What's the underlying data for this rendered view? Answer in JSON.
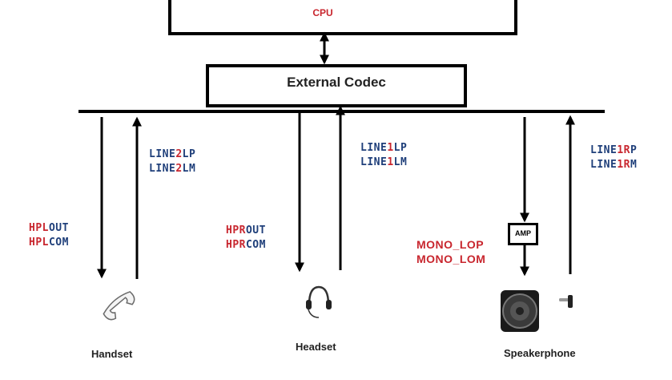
{
  "blocks": {
    "cpu": "CPU",
    "codec": "External Codec",
    "amp": "AMP"
  },
  "signals": {
    "handset_in": [
      [
        {
          "t": "LINE",
          "c": "blue"
        },
        {
          "t": "2",
          "c": "red"
        },
        {
          "t": "LP",
          "c": "blue"
        }
      ],
      [
        {
          "t": "LINE",
          "c": "blue"
        },
        {
          "t": "2",
          "c": "red"
        },
        {
          "t": "LM",
          "c": "blue"
        }
      ]
    ],
    "handset_out": [
      [
        {
          "t": "HP",
          "c": "red"
        },
        {
          "t": "L",
          "c": "red"
        },
        {
          "t": "OUT",
          "c": "blue"
        }
      ],
      [
        {
          "t": "HP",
          "c": "red"
        },
        {
          "t": "L",
          "c": "red"
        },
        {
          "t": "COM",
          "c": "blue"
        }
      ]
    ],
    "headset_in": [
      [
        {
          "t": "LINE",
          "c": "blue"
        },
        {
          "t": "1",
          "c": "red"
        },
        {
          "t": "LP",
          "c": "blue"
        }
      ],
      [
        {
          "t": "LINE",
          "c": "blue"
        },
        {
          "t": "1",
          "c": "red"
        },
        {
          "t": "LM",
          "c": "blue"
        }
      ]
    ],
    "headset_out": [
      [
        {
          "t": "HP",
          "c": "red"
        },
        {
          "t": "R",
          "c": "red"
        },
        {
          "t": "OUT",
          "c": "blue"
        }
      ],
      [
        {
          "t": "HP",
          "c": "red"
        },
        {
          "t": "R",
          "c": "red"
        },
        {
          "t": "COM",
          "c": "blue"
        }
      ]
    ],
    "speaker_out": [
      [
        {
          "t": "MONO_LOP",
          "c": "red"
        }
      ],
      [
        {
          "t": "MONO_LOM",
          "c": "red"
        }
      ]
    ],
    "speaker_in": [
      [
        {
          "t": "LINE",
          "c": "blue"
        },
        {
          "t": "1",
          "c": "red"
        },
        {
          "t": "R",
          "c": "red"
        },
        {
          "t": "P",
          "c": "blue"
        }
      ],
      [
        {
          "t": "LINE",
          "c": "blue"
        },
        {
          "t": "1",
          "c": "red"
        },
        {
          "t": "R",
          "c": "red"
        },
        {
          "t": "M",
          "c": "blue"
        }
      ]
    ]
  },
  "devices": {
    "handset": "Handset",
    "headset": "Headset",
    "speakerphone": "Speakerphone"
  },
  "icons": {
    "handset": "telephone-handset-icon",
    "headset": "headset-icon",
    "speaker": "loudspeaker-icon",
    "microphone": "microphone-icon"
  },
  "colors": {
    "signal_blue": "#1f3f7a",
    "signal_red": "#c8262e"
  }
}
